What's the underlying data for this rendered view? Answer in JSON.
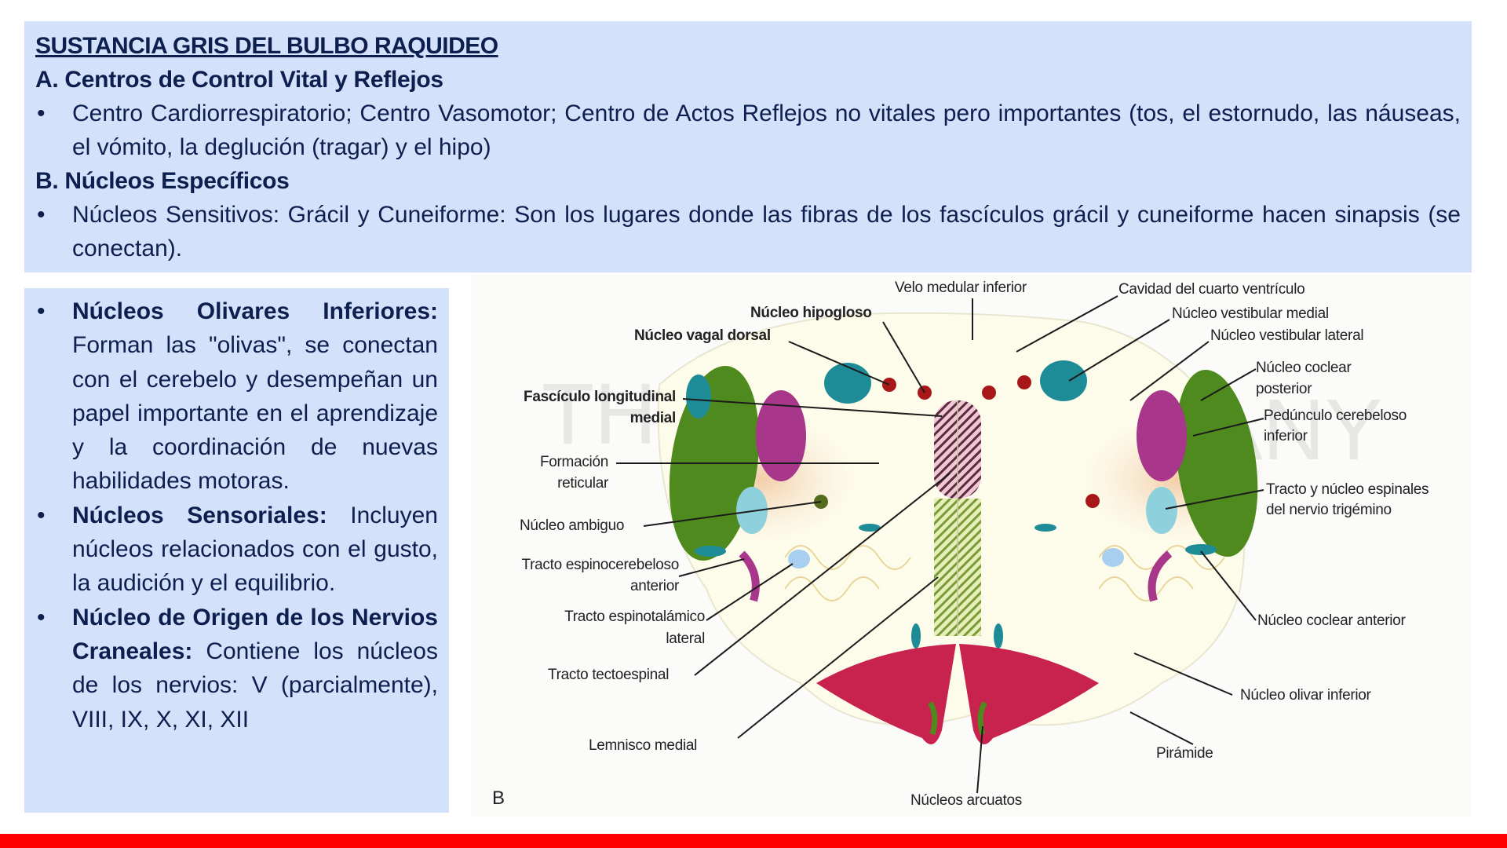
{
  "top_section": {
    "title": "SUSTANCIA GRIS DEL BULBO RAQUIDEO",
    "heading_a": "A. Centros de Control Vital y Reflejos",
    "bullet_a": "Centro Cardiorrespiratorio; Centro Vasomotor; Centro de Actos Reflejos no vitales pero importantes (tos, el estornudo, las náuseas, el vómito, la deglución (tragar) y el hipo)",
    "heading_b": "B. Núcleos Específicos",
    "bullet_b": "Núcleos Sensitivos: Grácil y Cuneiforme: Son los lugares donde las fibras de los fascículos grácil y cuneiforme hacen sinapsis (se conectan).",
    "bullet_symbol": "•"
  },
  "left_section": {
    "items": [
      {
        "bold": "Núcleos Olivares Inferiores:",
        "text": " Forman las \"olivas\", se conectan con el cerebelo y desempeñan un papel importante en el aprendizaje y la coordinación de nuevas habilidades motoras."
      },
      {
        "bold": "Núcleos Sensoriales:",
        "text": " Incluyen núcleos relacionados con el gusto, la audición y el equilibrio."
      },
      {
        "bold": "Núcleo de Origen de los Nervios Craneales:",
        "text": "  Contiene los núcleos de los nervios: V (parcialmente), VIII, IX, X, XI, XII"
      }
    ]
  },
  "figure": {
    "panel_letter": "B",
    "watermark": "THE ... COMPANY",
    "labels": {
      "velo_medular": "Velo medular inferior",
      "cavidad": "Cavidad del cuarto ventrículo",
      "hipogloso": "Núcleo hipogloso",
      "vagal": "Núcleo vagal dorsal",
      "vestibular_medial": "Núcleo vestibular medial",
      "vestibular_lateral": "Núcleo vestibular lateral",
      "coclear_posterior_1": "Núcleo coclear",
      "coclear_posterior_2": "posterior",
      "fasciculo_1": "Fascículo longitudinal",
      "fasciculo_2": "medial",
      "pedunculo_1": "Pedúnculo cerebeloso",
      "pedunculo_2": "inferior",
      "formacion_1": "Formación",
      "formacion_2": "reticular",
      "trigemino_1": "Tracto y núcleo espinales",
      "trigemino_2": "del nervio trigémino",
      "ambiguo": "Núcleo ambiguo",
      "espinocerebeloso_1": "Tracto espinocerebeloso",
      "espinocerebeloso_2": "anterior",
      "espinotalamico_1": "Tracto espinotalámico",
      "espinotalamico_2": "lateral",
      "coclear_anterior": "Núcleo coclear anterior",
      "tectoespinal": "Tracto tectoespinal",
      "olivar": "Núcleo olivar inferior",
      "lemnisco": "Lemnisco medial",
      "piramide": "Pirámide",
      "arcuatos": "Núcleos arcuatos"
    }
  },
  "colors": {
    "panel_bg": "#d4e1fa",
    "text": "#0d1f4f",
    "footer_bar": "#fe0000"
  }
}
